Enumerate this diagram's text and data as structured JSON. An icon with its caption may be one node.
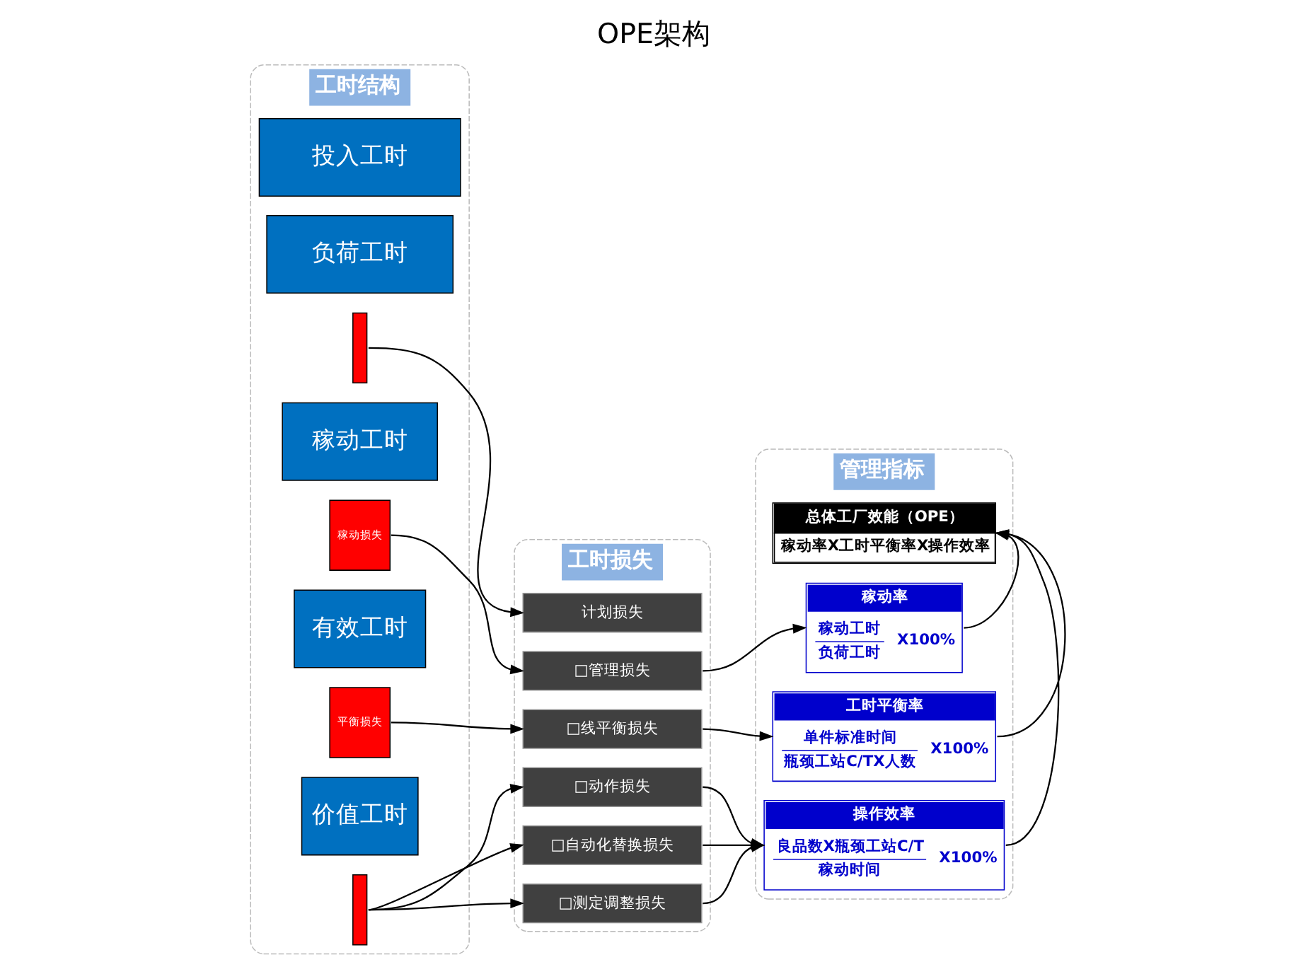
{
  "diagram": {
    "title": "OPE架构",
    "nodes": [
      {
        "text": [
          "工时结构"
        ]
      },
      {
        "text": [
          "投入工时"
        ],
        "in": 0
      },
      {
        "text": [
          "负荷工时"
        ],
        "in": 0
      },
      {
        "text": [],
        "shape": "bar",
        "in": 0
      },
      {
        "text": [
          "稼动工时"
        ],
        "in": 0
      },
      {
        "text": [
          "稼动损失"
        ],
        "in": 0
      },
      {
        "text": [
          "有效工时"
        ],
        "in": 0
      },
      {
        "text": [
          "平衡损失"
        ],
        "in": 0
      },
      {
        "text": [
          "价值工时"
        ],
        "in": 0
      },
      {
        "text": [],
        "shape": "bar",
        "in": 0
      },
      {
        "text": [
          "工时损失"
        ]
      },
      {
        "text": [
          "计划损失"
        ],
        "in": 10
      },
      {
        "text": [
          "□管理损失"
        ],
        "in": 10
      },
      {
        "text": [
          "□线平衡损失"
        ],
        "in": 10
      },
      {
        "text": [
          "□动作损失"
        ],
        "in": 10
      },
      {
        "text": [
          "□自动化替换损失"
        ],
        "in": 10
      },
      {
        "text": [
          "□测定调整损失"
        ],
        "in": 10
      },
      {
        "text": [
          "管理指标"
        ]
      },
      {
        "text": [
          "总体工厂效能（OPE）",
          "稼动率X工时平衡率X操作效率"
        ],
        "in": 17
      },
      {
        "text": [
          "稼动率",
          "稼动工时",
          "负荷工时",
          "X100%"
        ],
        "in": 17
      },
      {
        "text": [
          "工时平衡率",
          "单件标准时间",
          "瓶颈工站C/TX人数",
          "X100%"
        ],
        "in": 17
      },
      {
        "text": [
          "操作效率",
          "良品数X瓶颈工站C/T",
          "稼动时间",
          "X100%"
        ],
        "in": 17
      }
    ],
    "edges": [
      {
        "from": 3,
        "to": 11,
        "arrow": "to"
      },
      {
        "from": 5,
        "to": 12,
        "arrow": "to"
      },
      {
        "from": 7,
        "to": 13,
        "arrow": "to"
      },
      {
        "from": 9,
        "to": 14,
        "arrow": "to"
      },
      {
        "from": 9,
        "to": 15,
        "arrow": "to"
      },
      {
        "from": 9,
        "to": 16,
        "arrow": "to"
      },
      {
        "from": 12,
        "to": 19,
        "arrow": "to"
      },
      {
        "from": 13,
        "to": 20,
        "arrow": "to"
      },
      {
        "from": 14,
        "to": 21,
        "arrow": "to"
      },
      {
        "from": 15,
        "to": 21,
        "arrow": "to"
      },
      {
        "from": 16,
        "to": 21,
        "arrow": "to"
      },
      {
        "from": 19,
        "to": 18,
        "arrow": "to"
      },
      {
        "from": 20,
        "to": 18,
        "arrow": "to"
      },
      {
        "from": 21,
        "to": 18,
        "arrow": "to"
      }
    ]
  }
}
